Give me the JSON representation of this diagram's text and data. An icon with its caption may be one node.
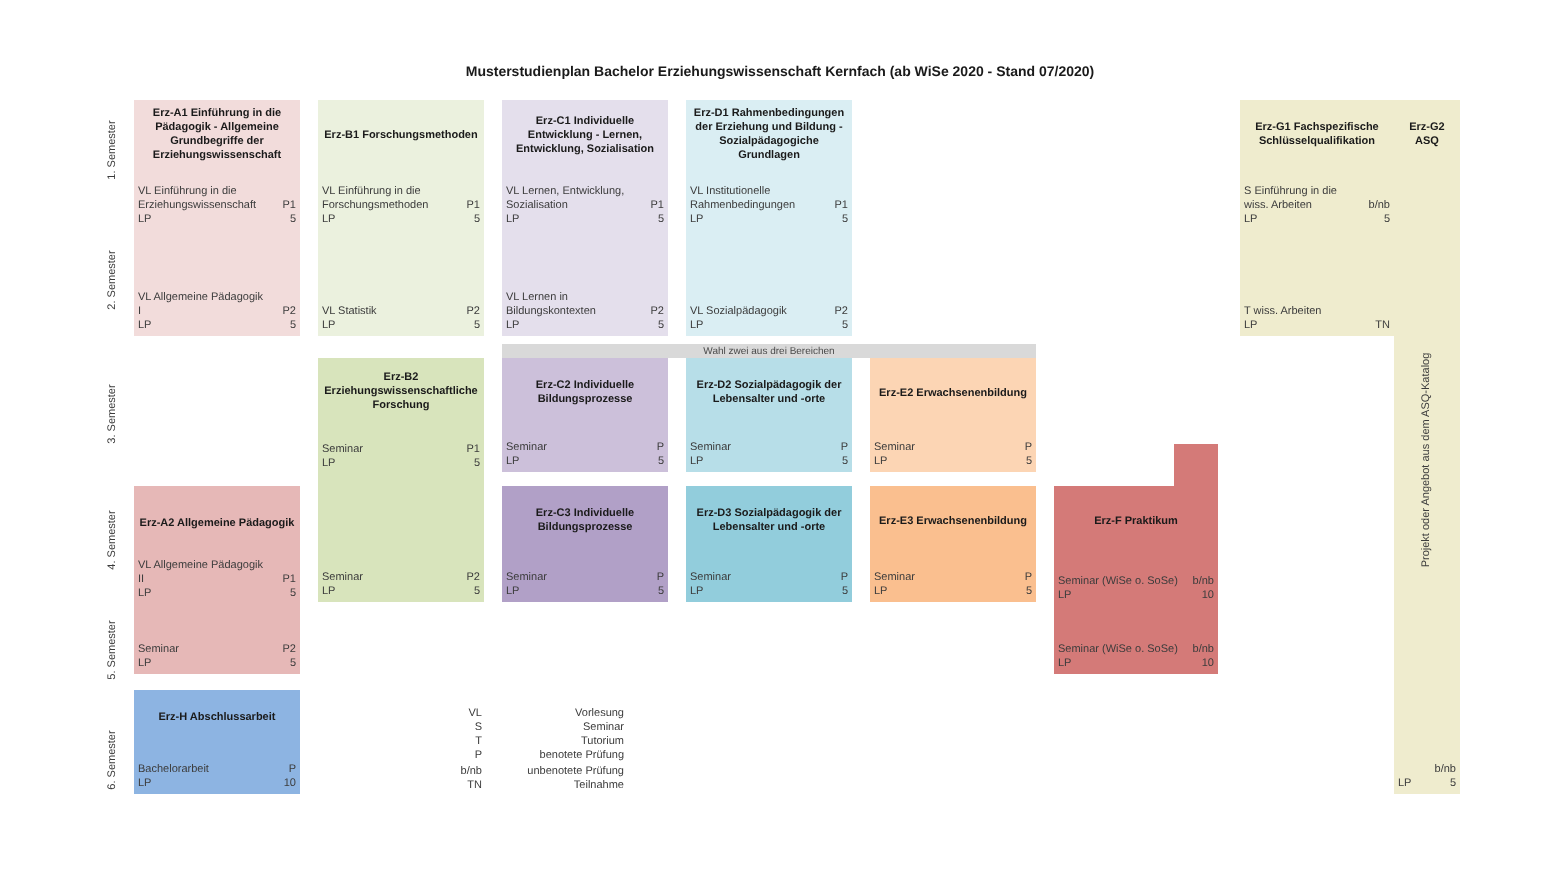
{
  "diagram": {
    "title": "Musterstudienplan Bachelor Erziehungswissenschaft Kernfach (ab WiSe 2020 - Stand 07/2020)",
    "nodes": [
      {
        "text": [
          "Erz-A1 Einführung in die Pädagogik - Allgemeine Grundbegriffe der Erziehungswissenschaft",
          "VL Einführung in die Erziehungswissenschaft",
          "P1",
          "LP",
          "5",
          "VL Allgemeine Pädagogik I",
          "P2",
          "LP",
          "5"
        ]
      },
      {
        "text": [
          "Erz-B1 Forschungsmethoden",
          "VL Einführung in die Forschungsmethoden",
          "P1",
          "LP",
          "5",
          "VL Statistik",
          "P2",
          "LP",
          "5"
        ]
      },
      {
        "text": [
          "Erz-C1 Individuelle Entwicklung - Lernen, Entwicklung, Sozialisation",
          "VL Lernen, Entwicklung, Sozialisation",
          "P1",
          "LP",
          "5",
          "VL Lernen in Bildungskontexten",
          "P2",
          "LP",
          "5"
        ]
      },
      {
        "text": [
          "Erz-D1 Rahmenbedingungen der Erziehung und Bildung - Sozialpädagogiche Grundlagen",
          "VL Institutionelle Rahmenbedingungen",
          "P1",
          "LP",
          "5",
          "VL Sozialpädagogik",
          "P2",
          "LP",
          "5"
        ]
      },
      {
        "text": [
          "Erz-G1 Fachspezifische Schlüsselqualifikation",
          "S Einführung in die wiss. Arbeiten",
          "b/nb",
          "LP",
          "5",
          "T wiss. Arbeiten",
          "LP",
          "TN"
        ]
      },
      {
        "text": [
          "Erz-G2 ASQ",
          "Projekt oder Angebot aus dem ASQ-Katalog",
          "b/nb",
          "LP",
          "5"
        ]
      },
      {
        "text": [
          "Wahl zwei aus drei Bereichen"
        ]
      },
      {
        "text": [
          "Erz-B2 Erziehungswissenschaftliche Forschung",
          "Seminar",
          "P1",
          "LP",
          "5",
          "Seminar",
          "P2",
          "LP",
          "5"
        ]
      },
      {
        "text": [
          "Erz-C2 Individuelle Bildungsprozesse",
          "Seminar",
          "P",
          "LP",
          "5"
        ]
      },
      {
        "text": [
          "Erz-D2 Sozialpädagogik der Lebensalter und -orte",
          "Seminar",
          "P",
          "LP",
          "5"
        ]
      },
      {
        "text": [
          "Erz-E2 Erwachsenenbildung",
          "Seminar",
          "P",
          "LP",
          "5"
        ]
      },
      {
        "text": [
          "Erz-F Praktikum",
          "Seminar (WiSe o. SoSe)",
          "b/nb",
          "LP",
          "10",
          "Seminar (WiSe o. SoSe)",
          "b/nb",
          "LP",
          "10"
        ]
      },
      {
        "text": [
          "Erz-A2 Allgemeine Pädagogik",
          "VL Allgemeine Pädagogik II",
          "P1",
          "LP",
          "5",
          "Seminar",
          "P2",
          "LP",
          "5"
        ]
      },
      {
        "text": [
          "Erz-C3 Individuelle Bildungsprozesse",
          "Seminar",
          "P",
          "LP",
          "5"
        ]
      },
      {
        "text": [
          "Erz-D3 Sozialpädagogik der Lebensalter und -orte",
          "Seminar",
          "P",
          "LP",
          "5"
        ]
      },
      {
        "text": [
          "Erz-E3 Erwachsenenbildung",
          "Seminar",
          "P",
          "LP",
          "5"
        ]
      },
      {
        "text": [
          "Erz-H Abschlussarbeit",
          "Bachelorarbeit",
          "P",
          "LP",
          "10"
        ]
      }
    ],
    "labels": [
      "1. Semester",
      "2. Semester",
      "3. Semester",
      "4. Semester",
      "5. Semester",
      "6. Semester",
      "VL",
      "Vorlesung",
      "S",
      "Seminar",
      "T",
      "Tutorium",
      "P",
      "benotete Prüfung",
      "b/nb",
      "unbenotete Prüfung",
      "TN",
      "Teilnahme"
    ]
  }
}
